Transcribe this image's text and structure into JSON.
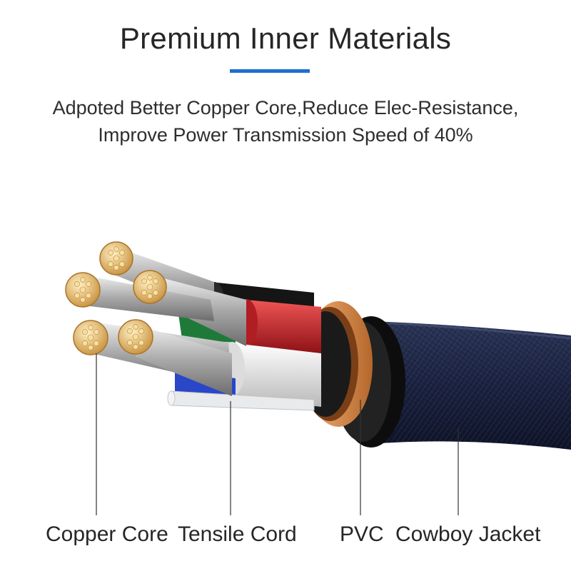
{
  "heading": {
    "title": "Premium Inner Materials",
    "accent_color": "#1e6fd0",
    "line1": "Adpoted Better Copper Core,Reduce Elec-Resistance,",
    "line2": "Improve Power Transmission Speed of 40%"
  },
  "labels": {
    "copper_core": "Copper Core",
    "tensile_cord": "Tensile Cord",
    "pvc": "PVC",
    "cowboy_jacket": "Cowboy Jacket"
  },
  "colors": {
    "jacket": "#1d2540",
    "pvc_ring": "#d98a3c",
    "copper": "#e2b460",
    "red_wire": "#c9242a",
    "white_wire": "#e4e4e4",
    "green_wire": "#1f7a3a",
    "blue_wire": "#2a47c8",
    "black_wire": "#151515"
  }
}
